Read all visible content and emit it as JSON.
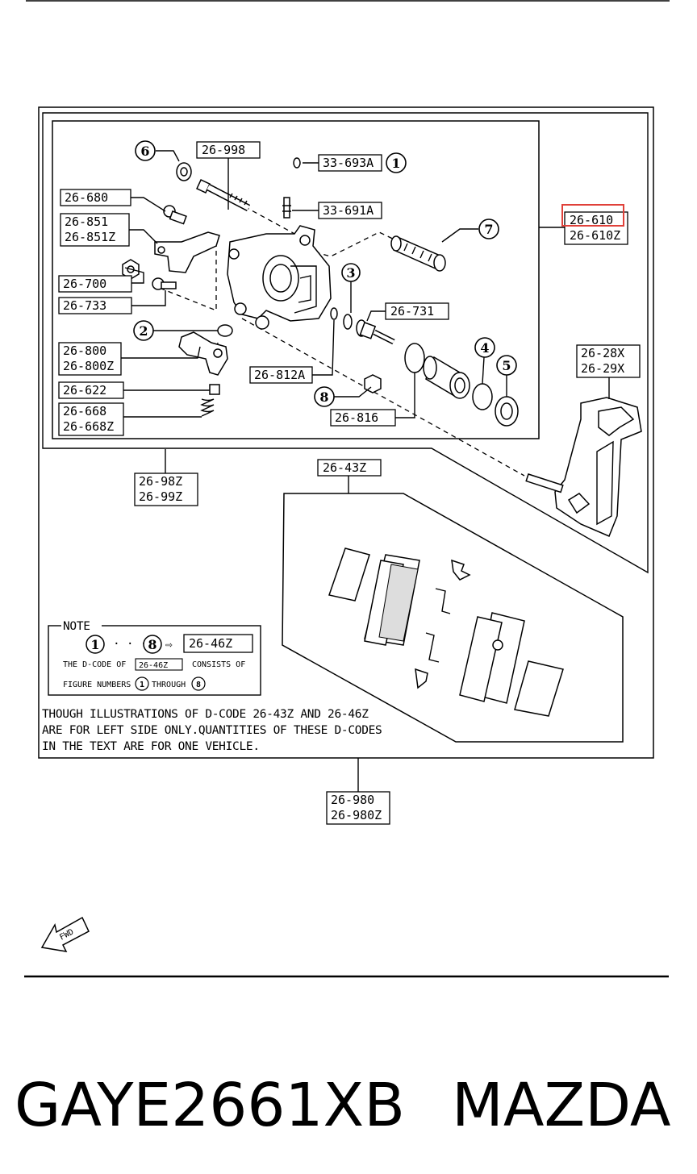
{
  "labels": {
    "l_26998": "26-998",
    "l_33693a": "33-693A",
    "l_26680": "26-680",
    "l_33691a": "33-691A",
    "l_26851": "26-851",
    "l_26851z": "26-851Z",
    "l_26610": "26-610",
    "l_26610z": "26-610Z",
    "l_26700": "26-700",
    "l_26733": "26-733",
    "l_26731": "26-731",
    "l_26800": "26-800",
    "l_26800z": "26-800Z",
    "l_26812a": "26-812A",
    "l_26622": "26-622",
    "l_26668": "26-668",
    "l_26668z": "26-668Z",
    "l_26816": "26-816",
    "l_2628x": "26-28X",
    "l_2629x": "26-29X",
    "l_2698z": "26-98Z",
    "l_2699z": "26-99Z",
    "l_2643z": "26-43Z",
    "l_26980": "26-980",
    "l_26980z": "26-980Z"
  },
  "circled_numbers": {
    "n1": "1",
    "n2": "2",
    "n3": "3",
    "n4": "4",
    "n5": "5",
    "n6": "6",
    "n7": "7",
    "n8": "8"
  },
  "note": {
    "title": "NOTE",
    "range_from": "1",
    "range_dots": "· · ·",
    "range_to": "8",
    "arrow": "⇨",
    "code": "26-46Z",
    "line1_a": "THE D-CODE OF",
    "line1_code": "26-46Z",
    "line1_b": "CONSISTS OF",
    "line2_a": "FIGURE NUMBERS",
    "line2_from": "1",
    "line2_b": "THROUGH",
    "line2_to": "8"
  },
  "disclaimer": [
    "THOUGH ILLUSTRATIONS OF D-CODE 26-43Z AND 26-46Z",
    "ARE FOR LEFT SIDE ONLY.QUANTITIES OF THESE D-CODES",
    "IN THE TEXT ARE FOR ONE VEHICLE."
  ],
  "fwd_label": "FWD",
  "footer": {
    "part_number": "GAYE2661XB",
    "brand": "MAZDA"
  },
  "colors": {
    "highlight": "#e0413a",
    "ink": "#000000"
  }
}
